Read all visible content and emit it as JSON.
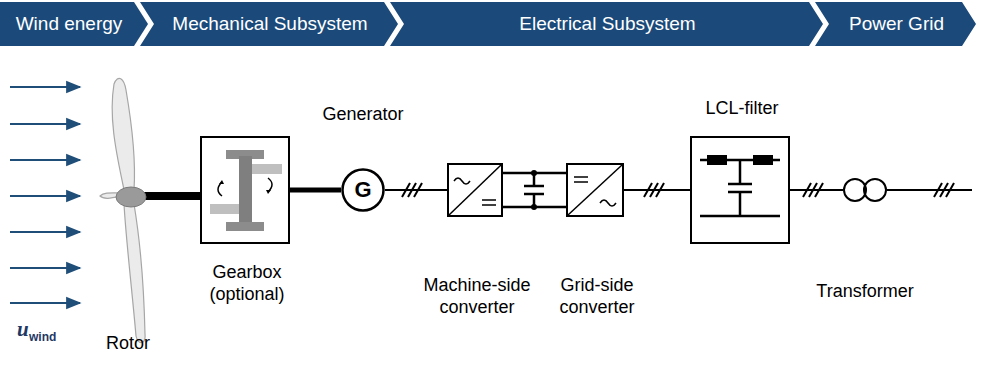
{
  "diagram": {
    "nodes": [
      {
        "text": [
          "Wind energy"
        ]
      },
      {
        "text": [
          "Mechanical Subsystem"
        ]
      },
      {
        "text": [
          "Electrical Subsystem"
        ]
      },
      {
        "text": [
          "Power Grid"
        ]
      },
      {
        "text": [
          "Gearbox (optional)"
        ]
      },
      {
        "text": [
          "Generator",
          "G"
        ]
      },
      {
        "text": [
          "Machine-side converter"
        ]
      },
      {
        "text": [
          "Grid-side converter"
        ]
      },
      {
        "text": [
          "LCL-filter"
        ]
      },
      {
        "text": [
          "Transformer"
        ]
      }
    ],
    "edges": [
      {
        "from": 4,
        "to": 5,
        "arrow": "none"
      },
      {
        "from": 5,
        "to": 6,
        "arrow": "none"
      },
      {
        "from": 6,
        "to": 7,
        "arrow": "none"
      },
      {
        "from": 7,
        "to": 8,
        "arrow": "none"
      },
      {
        "from": 8,
        "to": 9,
        "arrow": "none"
      }
    ],
    "labels": [
      "Rotor",
      "u",
      "wind"
    ]
  }
}
